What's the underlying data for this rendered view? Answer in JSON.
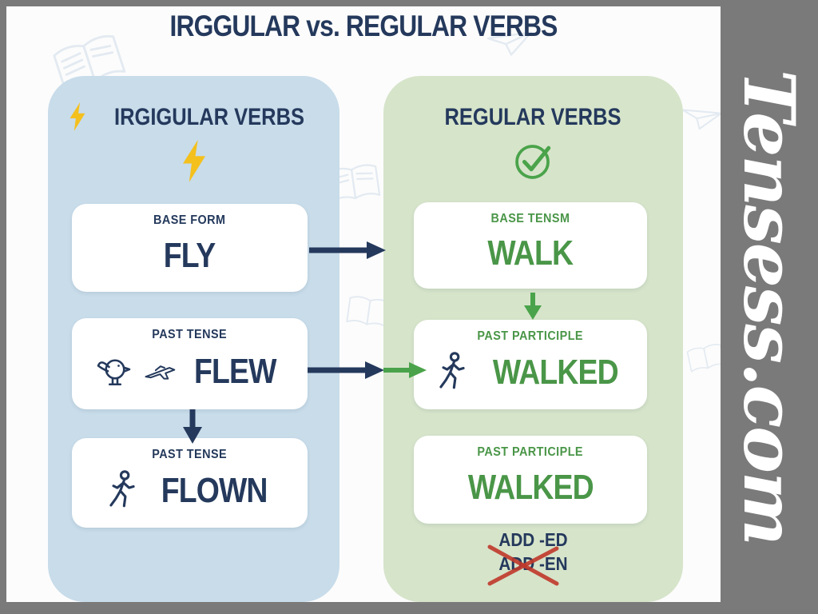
{
  "page_title": "IRGGULAR vs. REGULAR VERBS",
  "watermark": "Tensess.com",
  "left_column": {
    "title": "IRGIGULAR VERBS",
    "header_icon": "lightning-icon",
    "sub_icon": "lightning-icon",
    "boxes": [
      {
        "label": "BASE FORM",
        "word": "FLY",
        "icons": []
      },
      {
        "label": "PAST TENSE",
        "word": "FLEW",
        "icons": [
          "bird-icon",
          "plane-icon"
        ]
      },
      {
        "label": "PAST TENSE",
        "word": "FLOWN",
        "icons": [
          "walking-person-icon"
        ]
      }
    ]
  },
  "right_column": {
    "title": "REGULAR VERBS",
    "sub_icon": "check-circle-icon",
    "boxes": [
      {
        "label": "BASE TENSM",
        "word": "WALK",
        "icons": []
      },
      {
        "label": "PAST PARTICIPLE",
        "word": "WALKED",
        "icons": [
          "walking-person-icon"
        ]
      },
      {
        "label": "PAST PARTICIPLE",
        "word": "WALKED",
        "icons": []
      }
    ],
    "footnote": {
      "line1": "ADD -ED",
      "line2": "ADD -EN",
      "annotation_icon": "red-cross-icon"
    }
  },
  "colors": {
    "navy": "#24395c",
    "green_text": "#4a9648",
    "green_icon": "#4aa34a",
    "blue_column": "#c8dcea",
    "green_column": "#d6e4ca",
    "yellow_bolt": "#f4c01e",
    "red_cross": "#c0392b",
    "frame_gray": "#7a7a7a"
  }
}
